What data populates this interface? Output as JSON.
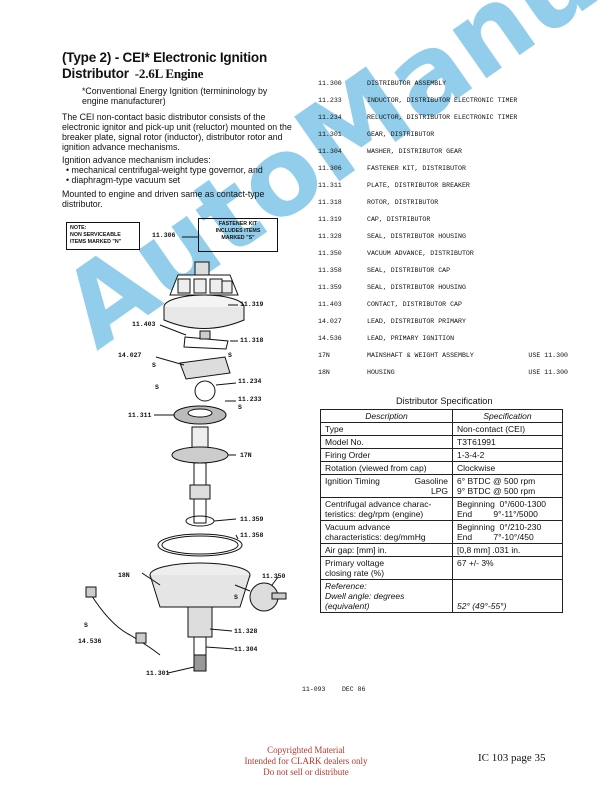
{
  "heading": {
    "line1": "(Type 2) - CEI* Electronic Ignition",
    "line2": "Distributor",
    "engine": "-2.6L Engine"
  },
  "footnote": "*Conventional Energy Ignition (termininology by engine manufacturer)",
  "paragraph1": "The CEI non-contact basic distributor consists of the electronic ignitor and pick-up unit (reluctor) mounted on the breaker plate, signal rotor (inductor), distributor rotor and ignition advance mechanisms.",
  "advance_intro": "Ignition advance mechanism includes:",
  "advance_items": [
    "• mechanical centrifugal-weight type governor, and",
    "• diaphragm-type vacuum set"
  ],
  "mounted_text": "Mounted to engine and driven same as contact-type distributor.",
  "note_box": [
    "NOTE:",
    "NON SERVICEABLE",
    "ITEMS MARKED \"N\""
  ],
  "fastener_box": [
    "FASTENER KIT",
    "INCLUDES ITEMS",
    "MARKED \"S\""
  ],
  "callouts": {
    "c11306": "11.306",
    "c11319": "11.319",
    "c11403": "11.403",
    "c11318": "11.318",
    "c14027": "14.027",
    "s1": "S",
    "s2": "S",
    "s3": "S",
    "s4": "S",
    "s5": "S",
    "s6": "S",
    "c11234": "11.234",
    "c11233": "11.233",
    "c11311": "11.311",
    "c17n": "17N",
    "c11359": "11.359",
    "c11358": "11.358",
    "c18n": "18N",
    "c11350": "11.350",
    "c14536": "14.536",
    "c11328": "11.328",
    "c11304": "11.304",
    "c11301": "11.301"
  },
  "parts": [
    {
      "num": "11.300",
      "desc": "DISTRIBUTOR ASSEMBLY",
      "use": ""
    },
    {
      "num": "11.233",
      "desc": "INDUCTOR, DISTRIBUTOR ELECTRONIC TIMER",
      "use": ""
    },
    {
      "num": "11.234",
      "desc": "RELUCTOR, DISTRIBUTOR ELECTRONIC TIMER",
      "use": ""
    },
    {
      "num": "11.301",
      "desc": "GEAR, DISTRIBUTOR",
      "use": ""
    },
    {
      "num": "11.304",
      "desc": "WASHER, DISTRIBUTOR GEAR",
      "use": ""
    },
    {
      "num": "11.306",
      "desc": "FASTENER KIT, DISTRIBUTOR",
      "use": ""
    },
    {
      "num": "11.311",
      "desc": "PLATE, DISTRIBUTOR BREAKER",
      "use": ""
    },
    {
      "num": "11.318",
      "desc": "ROTOR, DISTRIBUTOR",
      "use": ""
    },
    {
      "num": "11.319",
      "desc": "CAP, DISTRIBUTOR",
      "use": ""
    },
    {
      "num": "11.328",
      "desc": "SEAL, DISTRIBUTOR HOUSING",
      "use": ""
    },
    {
      "num": "11.350",
      "desc": "VACUUM ADVANCE, DISTRIBUTOR",
      "use": ""
    },
    {
      "num": "11.358",
      "desc": "SEAL, DISTRIBUTOR CAP",
      "use": ""
    },
    {
      "num": "11.359",
      "desc": "SEAL, DISTRIBUTOR HOUSING",
      "use": ""
    },
    {
      "num": "11.403",
      "desc": "CONTACT, DISTRIBUTOR CAP",
      "use": ""
    },
    {
      "num": "14.027",
      "desc": "LEAD, DISTRIBUTOR PRIMARY",
      "use": ""
    },
    {
      "num": "14.536",
      "desc": "LEAD, PRIMARY IGNITION",
      "use": ""
    },
    {
      "num": "17N",
      "desc": "MAINSHAFT & WEIGHT ASSEMBLY",
      "use": "USE 11.300"
    },
    {
      "num": "18N",
      "desc": "HOUSING",
      "use": "USE 11.300"
    }
  ],
  "spec": {
    "title": "Distributor Specification",
    "col1": "Description",
    "col2": "Specification",
    "type_label": "Type",
    "type_value": "Non-contact (CEI)",
    "model_label": "Model No.",
    "model_value": "T3T61991",
    "firing_label": "Firing Order",
    "firing_value": "1-3-4-2",
    "rotation_label": "Rotation (viewed from cap)",
    "rotation_value": "Clockwise",
    "timing_label": "Ignition Timing",
    "timing_gas_label": "Gasoline",
    "timing_lpg_label": "LPG",
    "timing_gas_value": "6° BTDC @ 500 rpm",
    "timing_lpg_value": "9° BTDC @ 500 rpm",
    "cent_label1": "Centrifugal advance charac-",
    "cent_label2": "teristics: deg/rpm (engine)",
    "cent_begin": "Beginning  0°/600-1300",
    "cent_end": "End         9°-11°/5000",
    "vac_label1": "Vacuum advance",
    "vac_label2": "characteristics: deg/mmHg",
    "vac_begin": "Beginning  0°/210-230",
    "vac_end": "End         7°-10°/450",
    "air_label": "Air gap: [mm] in.",
    "air_value": "[0,8 mm] .031 in.",
    "primary_label1": "Primary voltage",
    "primary_label2": "closing rate  (%)",
    "primary_value": "67 +/- 3%",
    "ref_label": "Reference:",
    "dwell_label": "Dwell angle: degrees (equivalent)",
    "dwell_value": "52° (49°-55°)"
  },
  "docref": "11-093",
  "docdate": "DEC 86",
  "footer": {
    "line1": "Copyrighted Material",
    "line2": "Intended for CLARK dealers only",
    "line3": "Do not sell or distribute",
    "page": "IC 103 page 35"
  },
  "watermark": "AutoManual",
  "colors": {
    "watermark": "#3aa7dc",
    "footer_red": "#b5372f"
  }
}
